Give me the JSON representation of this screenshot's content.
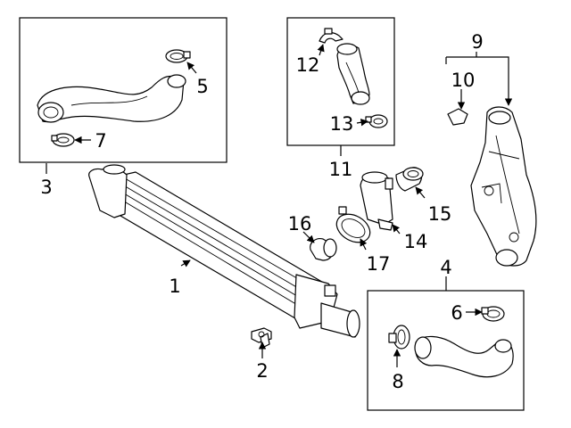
{
  "diagram": {
    "callouts": {
      "c1": "1",
      "c2": "2",
      "c3": "3",
      "c4": "4",
      "c5": "5",
      "c6": "6",
      "c7": "7",
      "c8": "8",
      "c9": "9",
      "c10": "10",
      "c11": "11",
      "c12": "12",
      "c13": "13",
      "c14": "14",
      "c15": "15",
      "c16": "16",
      "c17": "17"
    }
  }
}
